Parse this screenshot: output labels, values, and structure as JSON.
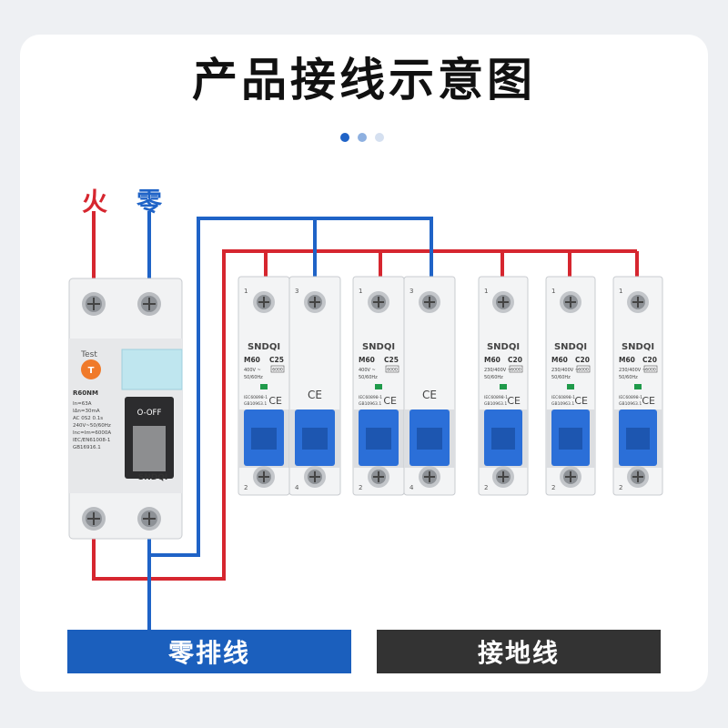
{
  "title": "产品接线示意图",
  "pager_dots": [
    "#1f63c7",
    "#8eb0e0",
    "#d5e0f0"
  ],
  "labels": {
    "live": "火",
    "neutral": "零"
  },
  "bars": {
    "neutral_bar": "零排线",
    "ground_bar": "接地线"
  },
  "rcd": {
    "test": "Test",
    "test_key": "T",
    "model": "R60NM",
    "specs": [
      "In=63A",
      "IΔn=30mA",
      "AC  0S2  0.1s",
      "240V~50/60Hz",
      "Inc=Im=6000A",
      "IEC/EN61008-1",
      "GB16916.1"
    ],
    "switch": "O-OFF",
    "brand": "SNDQI"
  },
  "breakers_2p": {
    "brand": "SNDQI",
    "model": "M60",
    "rating": "C25",
    "voltage": "400V ~",
    "freq": "50/60Hz",
    "icn": "6000",
    "std1": "IEC60898-1",
    "std2": "GB10963.1",
    "ce": "CE",
    "top_terms": [
      "1",
      "3"
    ],
    "bottom_terms": [
      "2",
      "4"
    ]
  },
  "breakers_1p": {
    "brand": "SNDQI",
    "model": "M60",
    "rating": "C20",
    "voltage": "230/400V ~",
    "freq": "50/60Hz",
    "icn": "6000",
    "std1": "IEC60898-1",
    "std2": "GB10963.1",
    "ce": "CE",
    "top_term": "1",
    "bottom_term": "2"
  },
  "colors": {
    "live": "#d6262f",
    "neutral": "#1f63c7",
    "lever": "#2b6fd8"
  }
}
